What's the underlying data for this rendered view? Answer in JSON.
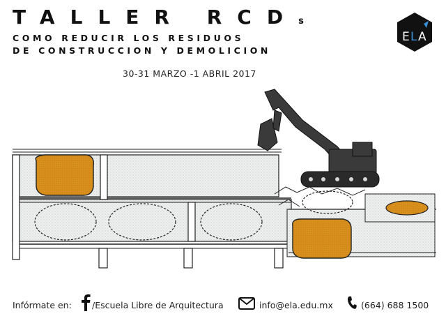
{
  "header": {
    "title": "TALLER RCD",
    "title_suffix": "s",
    "subtitle_line1": "COMO REDUCIR LOS RESIDUOS",
    "subtitle_line2": "DE CONSTRUCCION Y DEMOLICION",
    "date": "30-31 MARZO -1 ABRIL 2017"
  },
  "logo": {
    "text_e": "E",
    "text_l": "L",
    "text_a": "A",
    "icon": "hexagon-logo",
    "color_dark": "#111111",
    "color_accent": "#3a8fd6"
  },
  "illustration": {
    "description_icon": "building-demolition-excavator-sketch",
    "accent_color": "#d9901c"
  },
  "footer": {
    "info_label": "Infórmate en:",
    "facebook_icon": "facebook-icon",
    "facebook_text": "/Escuela Libre de Arquitectura",
    "email_icon": "envelope-icon",
    "email_text": "info@ela.edu.mx",
    "phone_icon": "phone-icon",
    "phone_text": "(664) 688 1500"
  }
}
